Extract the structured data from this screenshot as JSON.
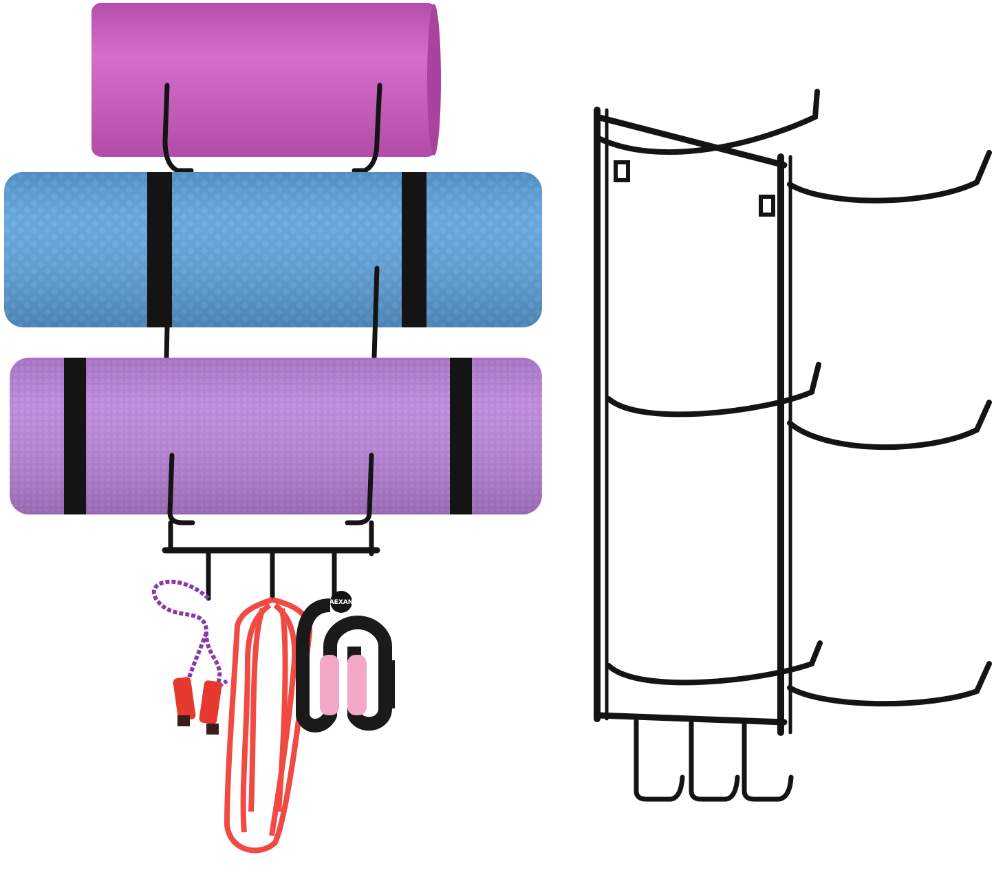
{
  "scene": {
    "background_color": "#ffffff",
    "rack_color": "#141414",
    "mats": [
      {
        "name": "foam-roller-top",
        "color": "#c95fc0",
        "strap_color": "#1a1a1a"
      },
      {
        "name": "blue-mat",
        "color": "#5b9fd8",
        "strap_color": "#141414"
      },
      {
        "name": "purple-mat",
        "color": "#b57dd6",
        "strap_color": "#141414"
      }
    ],
    "accessories": {
      "jump_rope_handle_color": "#e6392f",
      "jump_rope_cord_color": "#8a3aa8",
      "resistance_band_color": "#f04a43",
      "hand_gripper_color": "#1a1a1a",
      "gripper_handle_color": "#f2a7c7",
      "gripper_logo_text": "AEXAN"
    },
    "empty_rack": {
      "hook_levels": 3,
      "bottom_hooks": 3
    }
  }
}
